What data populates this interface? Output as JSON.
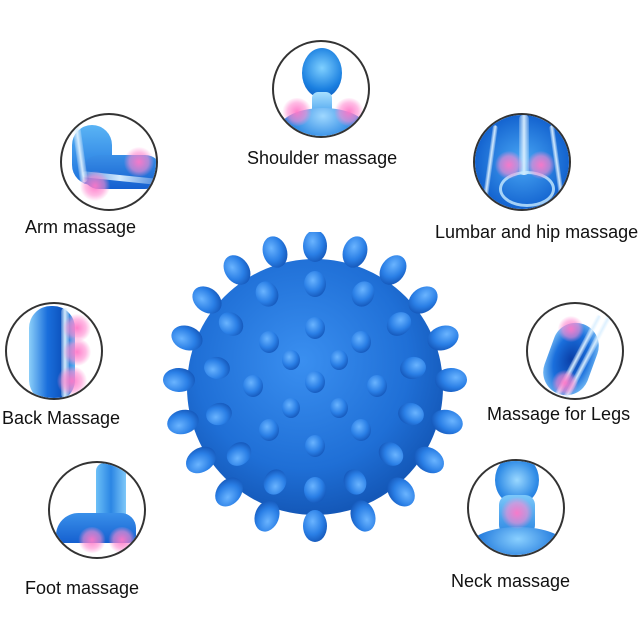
{
  "items": [
    {
      "id": "shoulder",
      "label": "Shoulder massage",
      "icon": "shoulder-xray-icon"
    },
    {
      "id": "arm",
      "label": "Arm massage",
      "icon": "arm-xray-icon"
    },
    {
      "id": "lumbar",
      "label": "Lumbar and hip massage",
      "icon": "lumbar-hip-xray-icon"
    },
    {
      "id": "back",
      "label": "Back Massage",
      "icon": "back-xray-icon"
    },
    {
      "id": "legs",
      "label": "Massage for Legs",
      "icon": "leg-xray-icon"
    },
    {
      "id": "foot",
      "label": "Foot massage",
      "icon": "foot-xray-icon"
    },
    {
      "id": "neck",
      "label": "Neck massage",
      "icon": "neck-xray-icon"
    }
  ],
  "product": {
    "name": "spiky-massage-ball",
    "color": "#1f6fd6"
  },
  "colors": {
    "xray_blue": "#1a7fe0",
    "highlight_pink": "#ff7fcf",
    "circle_border": "#333333",
    "text": "#111111"
  }
}
